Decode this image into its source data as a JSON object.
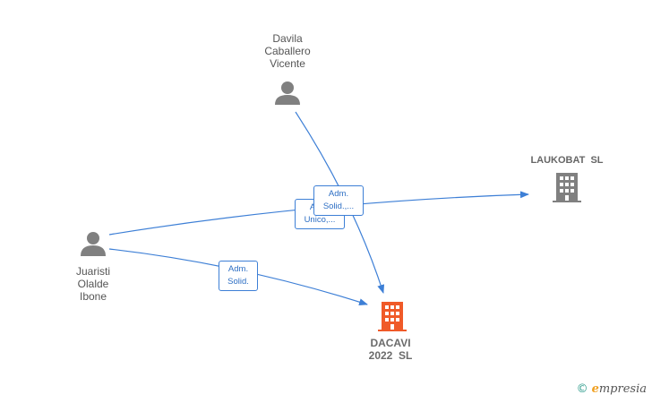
{
  "nodes": {
    "davila": {
      "lines": [
        "Davila",
        "Caballero",
        "Vicente"
      ],
      "icon": "person-icon"
    },
    "juaristi": {
      "lines": [
        "Juaristi",
        "Olalde",
        "Ibone"
      ],
      "icon": "person-icon"
    },
    "laukobat": {
      "lines": [
        "LAUKOBAT  SL"
      ],
      "icon": "building-icon"
    },
    "dacavi": {
      "lines": [
        "DACAVI",
        "2022  SL"
      ],
      "icon": "building-icon"
    }
  },
  "edges": {
    "juaristi_laukobat": {
      "lines": [
        "Adm.",
        "Unico,..."
      ]
    },
    "davila_dacavi": {
      "lines": [
        "Adm.",
        "Solid.,..."
      ]
    },
    "juaristi_dacavi": {
      "lines": [
        "Adm.",
        "Solid."
      ]
    }
  },
  "brand": {
    "copyright": "©",
    "e": "e",
    "rest": "mpresia"
  },
  "colors": {
    "edge": "#3d7fd6",
    "person": "#808080",
    "company": "#808080",
    "main_company": "#f05a28"
  }
}
